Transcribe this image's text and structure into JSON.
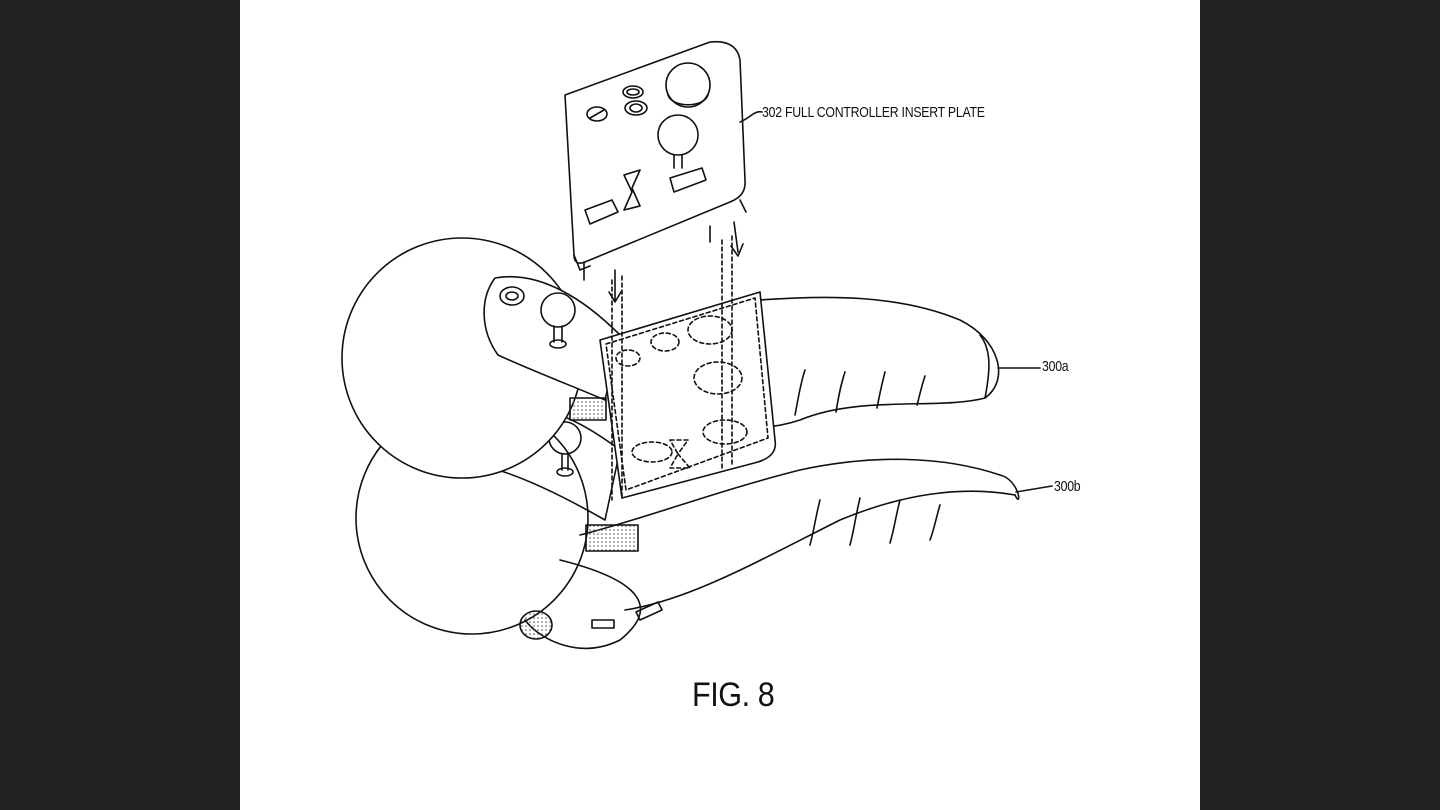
{
  "figure": {
    "caption": "FIG. 8",
    "labels": {
      "insert_plate": "302 FULL CONTROLLER INSERT PLATE",
      "controller_a": "300a",
      "controller_b": "300b"
    }
  },
  "colors": {
    "background": "#222222",
    "sheet": "#ffffff",
    "ink": "#111111"
  }
}
